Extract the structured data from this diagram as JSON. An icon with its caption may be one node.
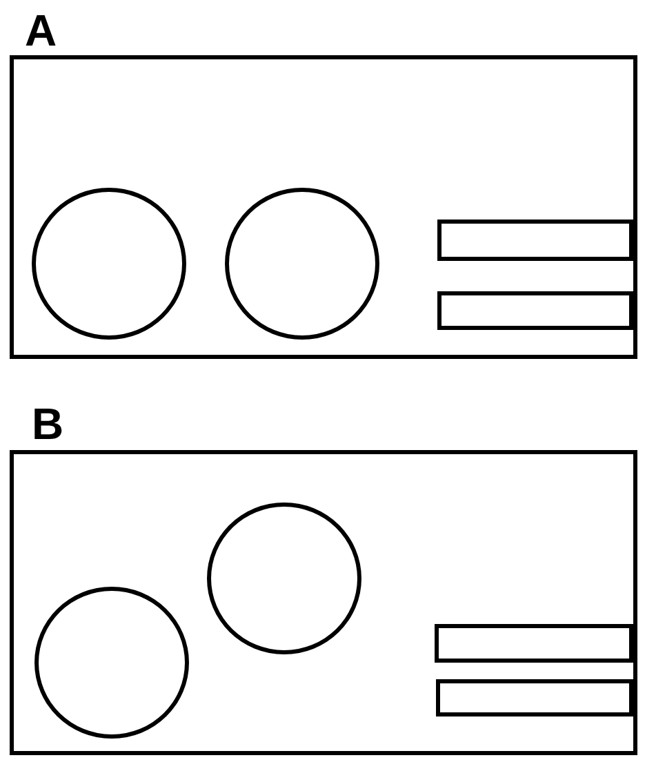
{
  "diagram": {
    "nodes": [
      {
        "text": [
          "A"
        ]
      },
      {
        "text": [],
        "shape": "circle",
        "in": 0
      },
      {
        "text": [],
        "shape": "circle",
        "in": 0
      },
      {
        "text": [],
        "shape": "box",
        "in": 0
      },
      {
        "text": [],
        "shape": "box",
        "in": 0
      },
      {
        "text": [
          "B"
        ]
      },
      {
        "text": [],
        "shape": "circle",
        "in": 5
      },
      {
        "text": [],
        "shape": "circle",
        "in": 5
      },
      {
        "text": [],
        "shape": "box",
        "in": 5
      },
      {
        "text": [],
        "shape": "box",
        "in": 5
      }
    ]
  }
}
